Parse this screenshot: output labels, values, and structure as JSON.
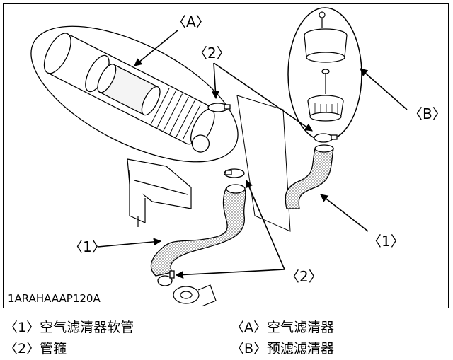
{
  "figure": {
    "code": "1ARAHAAAP120A",
    "callouts": {
      "A": "〈A〉",
      "B": "〈B〉",
      "one_left": "〈1〉",
      "one_right": "〈1〉",
      "two_top": "〈2〉",
      "two_bottom": "〈2〉"
    }
  },
  "legend": {
    "item1": "〈1〉空气滤清器软管",
    "item2": "〈2〉管箍",
    "itemA": "〈A〉空气滤清器",
    "itemB": "〈B〉预滤滤清器"
  }
}
